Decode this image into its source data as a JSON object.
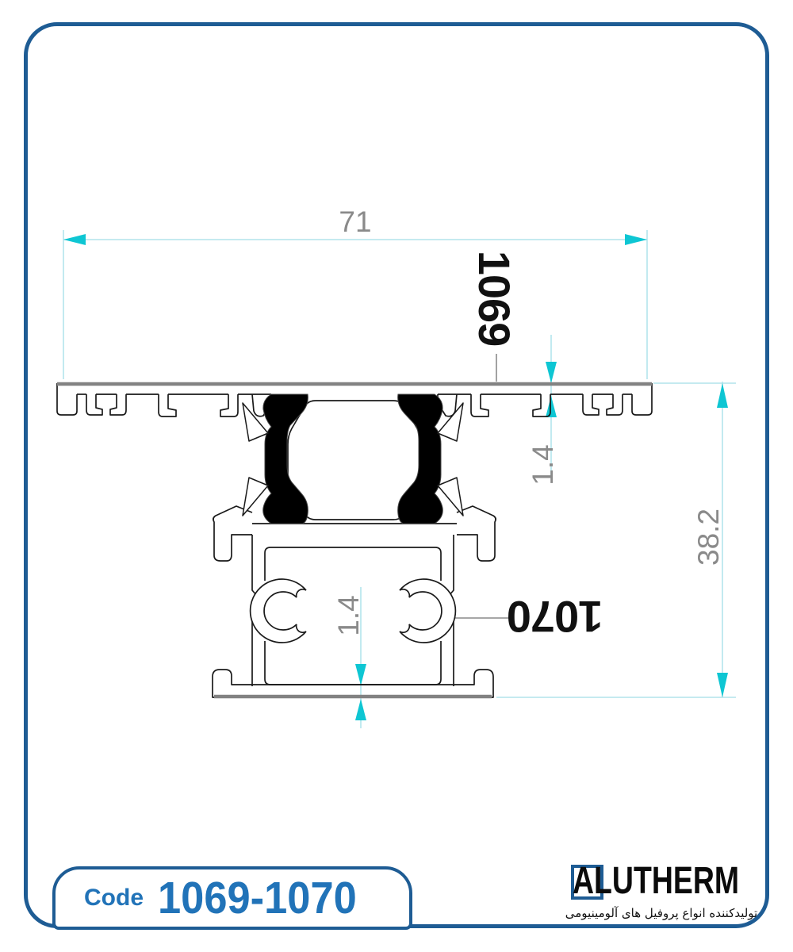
{
  "dimensions": {
    "width_top": "71",
    "thickness_top": "1.4",
    "height_right": "38.2",
    "thickness_bottom": "1.4"
  },
  "labels": {
    "profile_top": "1069",
    "profile_bottom": "1070"
  },
  "code_box": {
    "label": "Code",
    "value": "1069-1070"
  },
  "logo": {
    "brand": "ALUTHERM",
    "tagline": "تولیدکننده انواع پروفیل های آلومینیومی"
  },
  "colors": {
    "frame_blue": "#1e5c94",
    "code_blue": "#2173b8",
    "dim_arrow": "#0ec6d3",
    "dim_line": "#b2e4ec",
    "dim_text": "#8a8a8a",
    "outline": "#1a1a1a",
    "cut_edge": "#828282",
    "thermal_break": "#000000"
  }
}
